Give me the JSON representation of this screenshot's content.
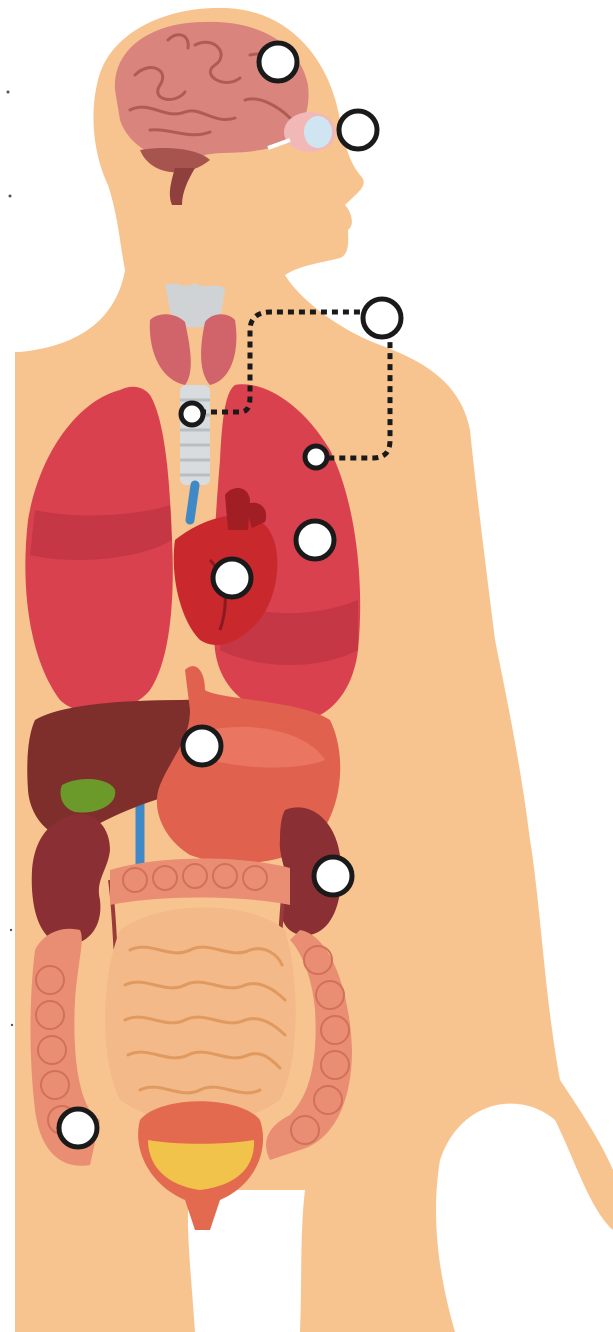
{
  "diagram": {
    "type": "anatomy-organ-labeling",
    "labels": [],
    "colors": {
      "skin": "#f7c48f",
      "brain": "#d9847d",
      "lungs": "#d9414f",
      "heart": "#c9282c",
      "liver": "#7e2f2c",
      "gallbladder": "#6b9a2a",
      "stomach": "#e0614e",
      "kidneys": "#8a2f33",
      "intestines": "#f3b989",
      "colon": "#e98e73",
      "bladder": "#f2c34a",
      "vessels_blue": "#3f8ac6",
      "thyroid": "#d0646a",
      "marker_fill": "#ffffff",
      "marker_stroke": "#1a1a1a"
    },
    "markers": [
      {
        "name": "brain"
      },
      {
        "name": "eye"
      },
      {
        "name": "thymus-callout"
      },
      {
        "name": "trachea"
      },
      {
        "name": "lung-upper"
      },
      {
        "name": "lung"
      },
      {
        "name": "heart"
      },
      {
        "name": "liver"
      },
      {
        "name": "kidney"
      },
      {
        "name": "colon"
      }
    ]
  }
}
